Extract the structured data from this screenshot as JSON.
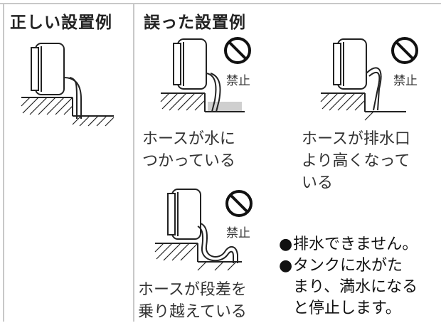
{
  "headers": {
    "correct": "正しい設置例",
    "wrong": "誤った設置例"
  },
  "prohibited_label": "禁止",
  "captions": {
    "water": [
      "ホースが水に",
      "つかっている"
    ],
    "higher": [
      "ホースが排水口",
      "より高くなって",
      "いる"
    ],
    "step": [
      "ホースが段差を",
      "乗り越えている"
    ]
  },
  "notes": [
    [
      "排水できません。"
    ],
    [
      "タンクに水がた",
      "まり、満水になる",
      "と停止します。"
    ]
  ],
  "bullet_char": "●",
  "colors": {
    "rule": "#c8c8c8",
    "water": "#cfcfcf",
    "line": "#222222"
  }
}
